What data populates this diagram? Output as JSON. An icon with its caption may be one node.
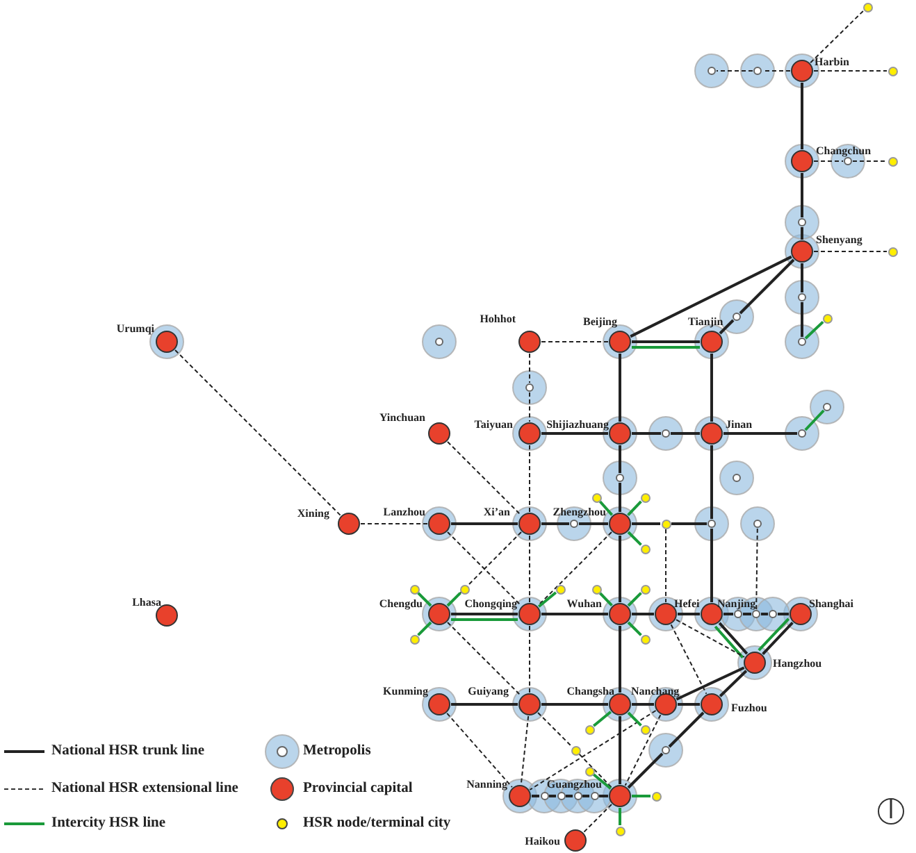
{
  "diagram": {
    "nodes": [
      {
        "text": [
          "Harbin"
        ]
      },
      {
        "text": [
          "Changchun"
        ]
      },
      {
        "text": [
          "Shenyang"
        ]
      },
      {
        "text": [
          "Urumqi"
        ]
      },
      {
        "text": [
          "Hohhot"
        ]
      },
      {
        "text": [
          "Beijing"
        ]
      },
      {
        "text": [
          "Tianjin"
        ]
      },
      {
        "text": [
          "Yinchuan"
        ]
      },
      {
        "text": [
          "Taiyuan"
        ]
      },
      {
        "text": [
          "Shijiazhuang"
        ]
      },
      {
        "text": [
          "Jinan"
        ]
      },
      {
        "text": [
          "Xining"
        ]
      },
      {
        "text": [
          "Lanzhou"
        ]
      },
      {
        "text": [
          "Xi’an"
        ]
      },
      {
        "text": [
          "Zhengzhou"
        ]
      },
      {
        "text": [
          "Lhasa"
        ]
      },
      {
        "text": [
          "Chengdu"
        ]
      },
      {
        "text": [
          "Chongqing"
        ]
      },
      {
        "text": [
          "Wuhan"
        ]
      },
      {
        "text": [
          "Hefei"
        ]
      },
      {
        "text": [
          "Nanjing"
        ]
      },
      {
        "text": [
          "Shanghai"
        ]
      },
      {
        "text": [
          "Hangzhou"
        ]
      },
      {
        "text": [
          "Kunming"
        ]
      },
      {
        "text": [
          "Guiyang"
        ]
      },
      {
        "text": [
          "Changsha"
        ]
      },
      {
        "text": [
          "Nanchang"
        ]
      },
      {
        "text": [
          "Fuzhou"
        ]
      },
      {
        "text": [
          "Nanning"
        ]
      },
      {
        "text": [
          "Guangzhou"
        ]
      },
      {
        "text": [
          "Haikou"
        ]
      },
      {
        "text": [],
        "shape": "circle"
      },
      {
        "text": [],
        "shape": "circle"
      },
      {
        "text": [],
        "shape": "circle"
      },
      {
        "text": [],
        "shape": "circle"
      },
      {
        "text": [],
        "shape": "circle"
      },
      {
        "text": [],
        "shape": "circle"
      },
      {
        "text": [],
        "shape": "circle"
      },
      {
        "text": [],
        "shape": "circle"
      },
      {
        "text": [],
        "shape": "circle"
      },
      {
        "text": [],
        "shape": "circle"
      },
      {
        "text": [],
        "shape": "circle"
      },
      {
        "text": [],
        "shape": "circle"
      },
      {
        "text": [],
        "shape": "circle"
      },
      {
        "text": [],
        "shape": "circle"
      },
      {
        "text": [],
        "shape": "circle"
      },
      {
        "text": [],
        "shape": "circle"
      },
      {
        "text": [],
        "shape": "circle"
      },
      {
        "text": [],
        "shape": "circle"
      },
      {
        "text": [],
        "shape": "circle"
      },
      {
        "text": [],
        "shape": "circle"
      },
      {
        "text": [],
        "shape": "circle"
      },
      {
        "text": [],
        "shape": "circle"
      },
      {
        "text": [],
        "shape": "circle"
      },
      {
        "text": [],
        "shape": "circle"
      },
      {
        "text": [],
        "shape": "circle"
      },
      {
        "text": [],
        "shape": "circle"
      },
      {
        "text": [],
        "shape": "circle"
      },
      {
        "text": [],
        "shape": "circle"
      },
      {
        "text": [],
        "shape": "circle"
      },
      {
        "text": [],
        "shape": "circle"
      },
      {
        "text": [],
        "shape": "circle"
      },
      {
        "text": [],
        "shape": "circle"
      },
      {
        "text": [],
        "shape": "circle"
      },
      {
        "text": [],
        "shape": "circle"
      },
      {
        "text": [],
        "shape": "circle"
      },
      {
        "text": [],
        "shape": "circle"
      },
      {
        "text": [],
        "shape": "circle"
      },
      {
        "text": [],
        "shape": "circle"
      },
      {
        "text": [],
        "shape": "circle"
      },
      {
        "text": [],
        "shape": "circle"
      },
      {
        "text": [],
        "shape": "circle"
      },
      {
        "text": [],
        "shape": "circle"
      },
      {
        "text": [],
        "shape": "circle"
      },
      {
        "text": [],
        "shape": "circle"
      },
      {
        "text": [],
        "shape": "circle"
      },
      {
        "text": [],
        "shape": "circle"
      },
      {
        "text": [],
        "shape": "circle"
      }
    ],
    "edges": [
      {
        "from": 0,
        "to": 1,
        "arrow": "none"
      },
      {
        "from": 1,
        "to": 34,
        "arrow": "none"
      },
      {
        "from": 34,
        "to": 2,
        "arrow": "none"
      },
      {
        "from": 2,
        "to": 35,
        "arrow": "none"
      },
      {
        "from": 35,
        "to": 36,
        "arrow": "none"
      },
      {
        "from": 2,
        "to": 5,
        "arrow": "none"
      },
      {
        "from": 2,
        "to": 37,
        "arrow": "none"
      },
      {
        "from": 37,
        "to": 6,
        "arrow": "none"
      },
      {
        "from": 5,
        "to": 6,
        "arrow": "none"
      },
      {
        "from": 5,
        "to": 6,
        "arrow": "none",
        "color": "#1a9a3a"
      },
      {
        "from": 5,
        "to": 9,
        "arrow": "none"
      },
      {
        "from": 6,
        "to": 10,
        "arrow": "none"
      },
      {
        "from": 8,
        "to": 9,
        "arrow": "none"
      },
      {
        "from": 9,
        "to": 40,
        "arrow": "none"
      },
      {
        "from": 40,
        "to": 10,
        "arrow": "none"
      },
      {
        "from": 10,
        "to": 41,
        "arrow": "none"
      },
      {
        "from": 41,
        "to": 42,
        "arrow": "none",
        "color": "#1a9a3a"
      },
      {
        "from": 9,
        "to": 43,
        "arrow": "none"
      },
      {
        "from": 43,
        "to": 14,
        "arrow": "none"
      },
      {
        "from": 12,
        "to": 13,
        "arrow": "none"
      },
      {
        "from": 13,
        "to": 45,
        "arrow": "none"
      },
      {
        "from": 45,
        "to": 14,
        "arrow": "none"
      },
      {
        "from": 14,
        "to": 64,
        "arrow": "none"
      },
      {
        "from": 64,
        "to": 46,
        "arrow": "none"
      },
      {
        "from": 10,
        "to": 46,
        "arrow": "none"
      },
      {
        "from": 46,
        "to": 20,
        "arrow": "none"
      },
      {
        "from": 14,
        "to": 18,
        "arrow": "none"
      },
      {
        "from": 16,
        "to": 17,
        "arrow": "none"
      },
      {
        "from": 16,
        "to": 17,
        "arrow": "none",
        "color": "#1a9a3a"
      },
      {
        "from": 17,
        "to": 18,
        "arrow": "none"
      },
      {
        "from": 18,
        "to": 19,
        "arrow": "none"
      },
      {
        "from": 19,
        "to": 20,
        "arrow": "none"
      },
      {
        "from": 20,
        "to": 48,
        "arrow": "none"
      },
      {
        "from": 48,
        "to": 49,
        "arrow": "none"
      },
      {
        "from": 49,
        "to": 50,
        "arrow": "none"
      },
      {
        "from": 50,
        "to": 21,
        "arrow": "none"
      },
      {
        "from": 20,
        "to": 22,
        "arrow": "none"
      },
      {
        "from": 20,
        "to": 22,
        "arrow": "none",
        "color": "#1a9a3a"
      },
      {
        "from": 21,
        "to": 22,
        "arrow": "none"
      },
      {
        "from": 21,
        "to": 22,
        "arrow": "none",
        "color": "#1a9a3a"
      },
      {
        "from": 18,
        "to": 25,
        "arrow": "none"
      },
      {
        "from": 25,
        "to": 29,
        "arrow": "none"
      },
      {
        "from": 23,
        "to": 24,
        "arrow": "none"
      },
      {
        "from": 24,
        "to": 25,
        "arrow": "none"
      },
      {
        "from": 25,
        "to": 26,
        "arrow": "none"
      },
      {
        "from": 26,
        "to": 27,
        "arrow": "none"
      },
      {
        "from": 26,
        "to": 22,
        "arrow": "none"
      },
      {
        "from": 22,
        "to": 27,
        "arrow": "none"
      },
      {
        "from": 27,
        "to": 51,
        "arrow": "none"
      },
      {
        "from": 51,
        "to": 29,
        "arrow": "none"
      },
      {
        "from": 28,
        "to": 52,
        "arrow": "none"
      },
      {
        "from": 52,
        "to": 53,
        "arrow": "none"
      },
      {
        "from": 53,
        "to": 54,
        "arrow": "none"
      },
      {
        "from": 54,
        "to": 55,
        "arrow": "none"
      },
      {
        "from": 55,
        "to": 29,
        "arrow": "none"
      },
      {
        "from": 0,
        "to": 32,
        "arrow": "none",
        "style": "dashed"
      },
      {
        "from": 32,
        "to": 31,
        "arrow": "none",
        "style": "dashed"
      },
      {
        "from": 0,
        "to": 57,
        "arrow": "none",
        "style": "dashed"
      },
      {
        "from": 0,
        "to": 56,
        "arrow": "none",
        "style": "dashed"
      },
      {
        "from": 1,
        "to": 33,
        "arrow": "none",
        "style": "dashed"
      },
      {
        "from": 33,
        "to": 58,
        "arrow": "none",
        "style": "dashed"
      },
      {
        "from": 2,
        "to": 59,
        "arrow": "none",
        "style": "dashed"
      },
      {
        "from": 4,
        "to": 5,
        "arrow": "none",
        "style": "dashed"
      },
      {
        "from": 4,
        "to": 39,
        "arrow": "none",
        "style": "dashed"
      },
      {
        "from": 39,
        "to": 8,
        "arrow": "none",
        "style": "dashed"
      },
      {
        "from": 8,
        "to": 13,
        "arrow": "none",
        "style": "dashed"
      },
      {
        "from": 13,
        "to": 17,
        "arrow": "none",
        "style": "dashed"
      },
      {
        "from": 17,
        "to": 24,
        "arrow": "none",
        "style": "dashed"
      },
      {
        "from": 24,
        "to": 28,
        "arrow": "none",
        "style": "dashed"
      },
      {
        "from": 3,
        "to": 11,
        "arrow": "none",
        "style": "dashed"
      },
      {
        "from": 11,
        "to": 12,
        "arrow": "none",
        "style": "dashed"
      },
      {
        "from": 7,
        "to": 13,
        "arrow": "none",
        "style": "dashed"
      },
      {
        "from": 13,
        "to": 16,
        "arrow": "none",
        "style": "dashed"
      },
      {
        "from": 12,
        "to": 17,
        "arrow": "none",
        "style": "dashed"
      },
      {
        "from": 14,
        "to": 17,
        "arrow": "none",
        "style": "dashed"
      },
      {
        "from": 64,
        "to": 19,
        "arrow": "none",
        "style": "dashed"
      },
      {
        "from": 47,
        "to": 49,
        "arrow": "none",
        "style": "dashed"
      },
      {
        "from": 19,
        "to": 22,
        "arrow": "none",
        "style": "dashed"
      },
      {
        "from": 19,
        "to": 27,
        "arrow": "none",
        "style": "dashed"
      },
      {
        "from": 16,
        "to": 24,
        "arrow": "none",
        "style": "dashed"
      },
      {
        "from": 23,
        "to": 28,
        "arrow": "none",
        "style": "dashed"
      },
      {
        "from": 24,
        "to": 74,
        "arrow": "none",
        "style": "dashed"
      },
      {
        "from": 74,
        "to": 29,
        "arrow": "none",
        "style": "dashed"
      },
      {
        "from": 26,
        "to": 28,
        "arrow": "none",
        "style": "dashed"
      },
      {
        "from": 26,
        "to": 29,
        "arrow": "none",
        "style": "dashed"
      },
      {
        "from": 29,
        "to": 30,
        "arrow": "none",
        "style": "dashed"
      },
      {
        "from": 36,
        "to": 60,
        "arrow": "none",
        "color": "#1a9a3a"
      },
      {
        "from": 14,
        "to": 61,
        "arrow": "none",
        "color": "#1a9a3a"
      },
      {
        "from": 14,
        "to": 62,
        "arrow": "none",
        "color": "#1a9a3a"
      },
      {
        "from": 14,
        "to": 63,
        "arrow": "none",
        "color": "#1a9a3a"
      },
      {
        "from": 16,
        "to": 65,
        "arrow": "none",
        "color": "#1a9a3a"
      },
      {
        "from": 16,
        "to": 66,
        "arrow": "none",
        "color": "#1a9a3a"
      },
      {
        "from": 16,
        "to": 67,
        "arrow": "none",
        "color": "#1a9a3a"
      },
      {
        "from": 17,
        "to": 68,
        "arrow": "none",
        "color": "#1a9a3a"
      },
      {
        "from": 18,
        "to": 69,
        "arrow": "none",
        "color": "#1a9a3a"
      },
      {
        "from": 18,
        "to": 70,
        "arrow": "none",
        "color": "#1a9a3a"
      },
      {
        "from": 18,
        "to": 71,
        "arrow": "none",
        "color": "#1a9a3a"
      },
      {
        "from": 25,
        "to": 72,
        "arrow": "none",
        "color": "#1a9a3a"
      },
      {
        "from": 25,
        "to": 73,
        "arrow": "none",
        "color": "#1a9a3a"
      },
      {
        "from": 29,
        "to": 75,
        "arrow": "none",
        "color": "#1a9a3a"
      },
      {
        "from": 29,
        "to": 76,
        "arrow": "none",
        "color": "#1a9a3a"
      },
      {
        "from": 29,
        "to": 77,
        "arrow": "none",
        "color": "#1a9a3a"
      }
    ],
    "legend": [
      {
        "text": "National HSR trunk line"
      },
      {
        "text": "National HSR extensional line"
      },
      {
        "text": "Intercity HSR line"
      },
      {
        "text": "Metropolis"
      },
      {
        "text": "Provincial capital",
        "color": "#e8412c"
      },
      {
        "text": "HSR node/terminal city",
        "color": "#ffee00"
      }
    ]
  }
}
